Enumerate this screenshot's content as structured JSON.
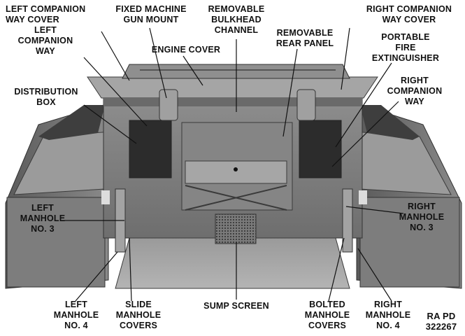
{
  "labels": {
    "left_companion_way_cover": "LEFT COMPANION\nWAY COVER",
    "fixed_machine_gun_mount": "FIXED MACHINE\nGUN MOUNT",
    "removable_bulkhead_channel": "REMOVABLE\nBULKHEAD\nCHANNEL",
    "right_companion_way_cover": "RIGHT COMPANION\nWAY COVER",
    "left_companion_way": "LEFT\nCOMPANION\nWAY",
    "engine_cover": "ENGINE COVER",
    "removable_rear_panel": "REMOVABLE\nREAR PANEL",
    "portable_fire_extinguisher": "PORTABLE\nFIRE\nEXTINGUISHER",
    "right_companion_way": "RIGHT\nCOMPANION\nWAY",
    "distribution_box": "DISTRIBUTION\nBOX",
    "left_manhole_no3": "LEFT\nMANHOLE\nNO. 3",
    "right_manhole_no3": "RIGHT\nMANHOLE\nNO. 3",
    "left_manhole_no4": "LEFT\nMANHOLE\nNO. 4",
    "slide_manhole_covers": "SLIDE\nMANHOLE\nCOVERS",
    "sump_screen": "SUMP SCREEN",
    "bolted_manhole_covers": "BOLTED\nMANHOLE\nCOVERS",
    "right_manhole_no4": "RIGHT\nMANHOLE\nNO. 4",
    "ra_pd": "RA PD\n322267"
  }
}
